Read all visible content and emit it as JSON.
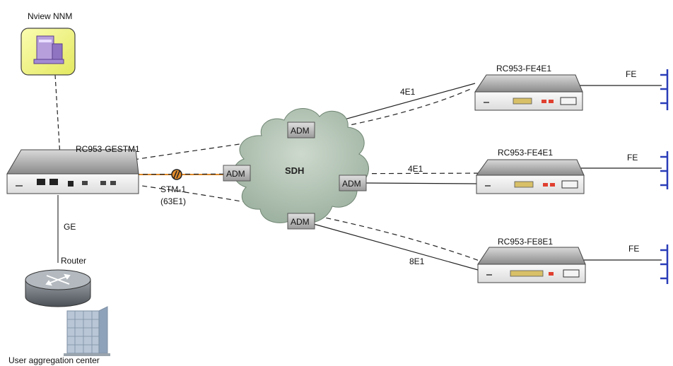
{
  "nms": {
    "label": "Nview NNM"
  },
  "central_device": {
    "label": "RC953-GESTM1"
  },
  "link_stm": {
    "label": "STM-1",
    "sublabel": "(63E1)"
  },
  "cloud": {
    "label": "SDH"
  },
  "adm_nodes": [
    "ADM",
    "ADM",
    "ADM",
    "ADM"
  ],
  "remote_devices": [
    {
      "label": "RC953-FE4E1",
      "link_label": "4E1",
      "fe_label": "FE"
    },
    {
      "label": "RC953-FE4E1",
      "link_label": "4E1",
      "fe_label": "FE"
    },
    {
      "label": "RC953-FE8E1",
      "link_label": "8E1",
      "fe_label": "FE"
    }
  ],
  "uplink": {
    "label": "GE"
  },
  "router": {
    "label": "Router"
  },
  "aggregation": {
    "label": "User aggregation center"
  },
  "colors": {
    "stm_link": "#e08a2a",
    "nms_fill": "#f2f58a",
    "cloud_fill": "#b8c8b8",
    "fe_bus": "#2a3db8"
  }
}
